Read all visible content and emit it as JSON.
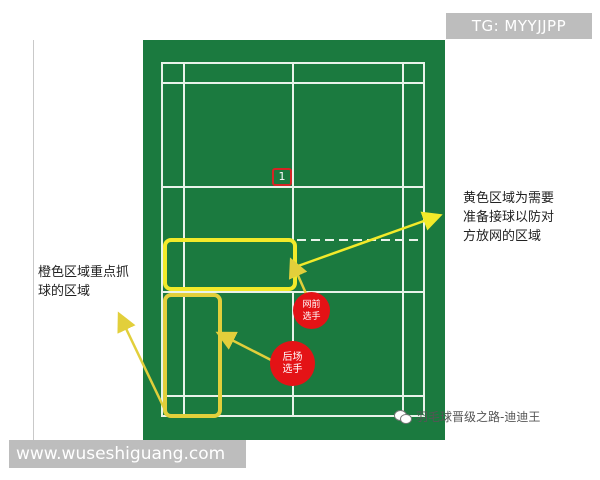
{
  "watermarks": {
    "top": "TG: MYYJJPP",
    "bottom": "www.wuseshiguang.com"
  },
  "annotations": {
    "right_lines": [
      "黄色区域为需要",
      "准备接球以防对",
      "方放网的区域"
    ],
    "left_lines": [
      "橙色区域重点抓",
      "球的区域"
    ]
  },
  "markers": {
    "number": "1",
    "net_player": [
      "网前",
      "选手"
    ],
    "back_player": [
      "后场",
      "选手"
    ]
  },
  "credit": {
    "text": "羽毛球晋级之路-迪迪王",
    "icon": "wechat-icon"
  },
  "colors": {
    "court": "#1b7a3f",
    "lines": "#e9f3ea",
    "yellow_zone": "#f2ea2a",
    "orange_zone": "#e2cf3b",
    "marker": "#e41316"
  }
}
